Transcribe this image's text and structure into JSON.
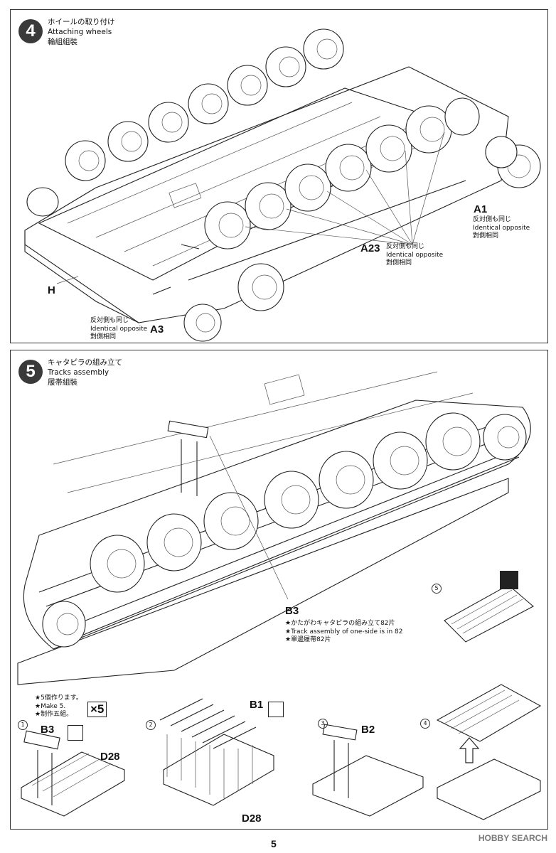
{
  "step4": {
    "number": "4",
    "title_ja": "ホイールの取り付け",
    "title_en": "Attaching wheels",
    "title_zh": "輪組組裝",
    "labels": {
      "a1": "A1",
      "a23": "A23",
      "a3": "A3",
      "h": "H"
    },
    "notes": {
      "a1": [
        "反対側も同じ",
        "Identical opposite",
        "對側相同"
      ],
      "a23": [
        "反対側も同じ",
        "Identical opposite",
        "對側相同"
      ],
      "a3": [
        "反対側も同じ",
        "Identical opposite",
        "對側相同"
      ]
    }
  },
  "step5": {
    "number": "5",
    "title_ja": "キャタピラの組み立て",
    "title_en": "Tracks assembly",
    "title_zh": "履帯組裝",
    "b3_callout": {
      "label": "B3",
      "lines": [
        "★かたがわキャタピラの組み立て82片",
        "★Track assembly of one-side is in 82",
        "★單邊履帶82片"
      ]
    },
    "make5_note": [
      "★5個作ります。",
      "★Make 5.",
      "★制作五組。"
    ],
    "multiplier": "×5",
    "substeps": [
      {
        "num": "1",
        "parts": [
          "B3",
          "D28"
        ]
      },
      {
        "num": "2",
        "parts": [
          "B1",
          "D28"
        ]
      },
      {
        "num": "3",
        "parts": [
          "B2"
        ]
      },
      {
        "num": "4",
        "parts": []
      },
      {
        "num": "5",
        "parts": []
      }
    ]
  },
  "page_number": "5",
  "watermark": "HOBBY SEARCH"
}
